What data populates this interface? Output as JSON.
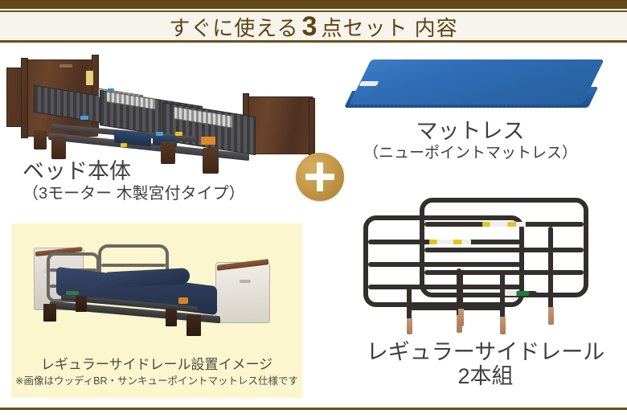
{
  "header": {
    "title_prefix": "すぐに使える",
    "title_number": "3",
    "title_suffix": "点セット 内容",
    "bar_color": "#604716",
    "band_bg": "#f7f3ed",
    "text_color": "#5e4411"
  },
  "items": {
    "bed": {
      "name": "ベッド本体",
      "spec": "（3モーター 木製宮付タイプ）",
      "photo_alt": "bed-frame-photo"
    },
    "mattress": {
      "name": "マットレス",
      "spec": "（ニューポイントマットレス）",
      "photo_alt": "mattress-photo",
      "color": "#2f6cb5"
    },
    "siderail": {
      "name": "レギュラーサイドレール",
      "quantity": "2本組",
      "photo_alt": "side-rail-photo"
    }
  },
  "inset": {
    "caption": "レギュラーサイドレール設置イメージ",
    "note": "※画像はウッディBR・サンキューポイントマットレス仕様です",
    "bg_color": "#fbf6cd",
    "photo_alt": "side-rail-installed-image"
  },
  "plus": {
    "icon": "plus-icon",
    "color": "#c59a47"
  },
  "footer": {
    "rule_color": "#6b4f18"
  }
}
